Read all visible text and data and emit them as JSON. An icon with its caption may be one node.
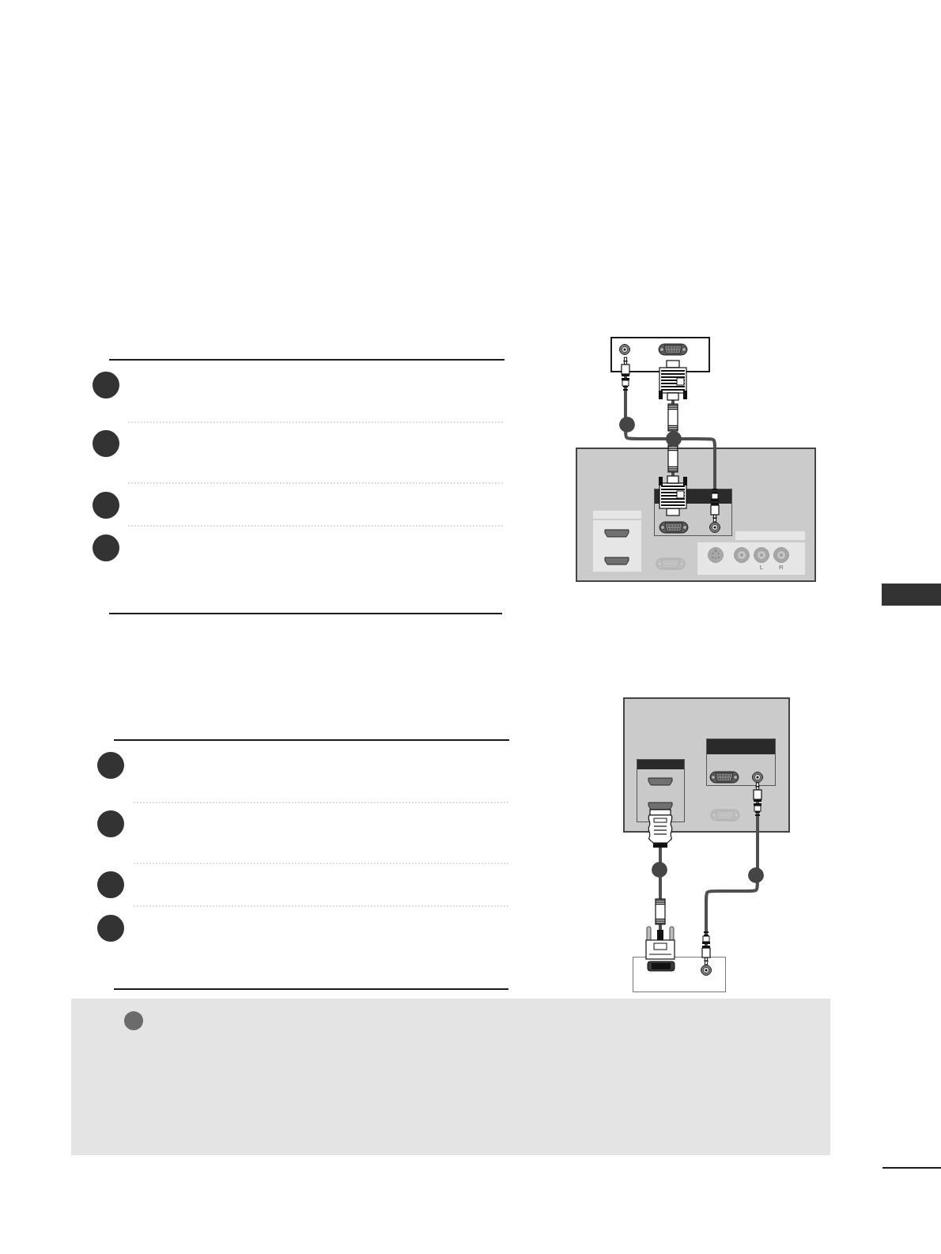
{
  "diagram": {
    "nodes": [
      {
        "text": [],
        "shape": "box"
      },
      {
        "text": [],
        "shape": "box"
      },
      {
        "text": [],
        "shape": "box",
        "in": 1
      },
      {
        "text": [],
        "shape": "box",
        "in": 1
      },
      {
        "text": [],
        "shape": "box",
        "in": 1
      },
      {
        "text": [],
        "shape": "bar"
      },
      {
        "text": [],
        "shape": "box"
      },
      {
        "text": [],
        "shape": "box",
        "in": 6
      },
      {
        "text": [],
        "shape": "box",
        "in": 6
      },
      {
        "text": [],
        "shape": "box"
      }
    ],
    "edges": [
      {
        "from": 0,
        "to": 3,
        "arrow": "none"
      },
      {
        "from": 0,
        "to": 3,
        "arrow": "none"
      },
      {
        "from": 9,
        "to": 7,
        "arrow": "none"
      },
      {
        "from": 9,
        "to": 8,
        "arrow": "none"
      }
    ],
    "labels": [
      "L",
      "R"
    ]
  }
}
